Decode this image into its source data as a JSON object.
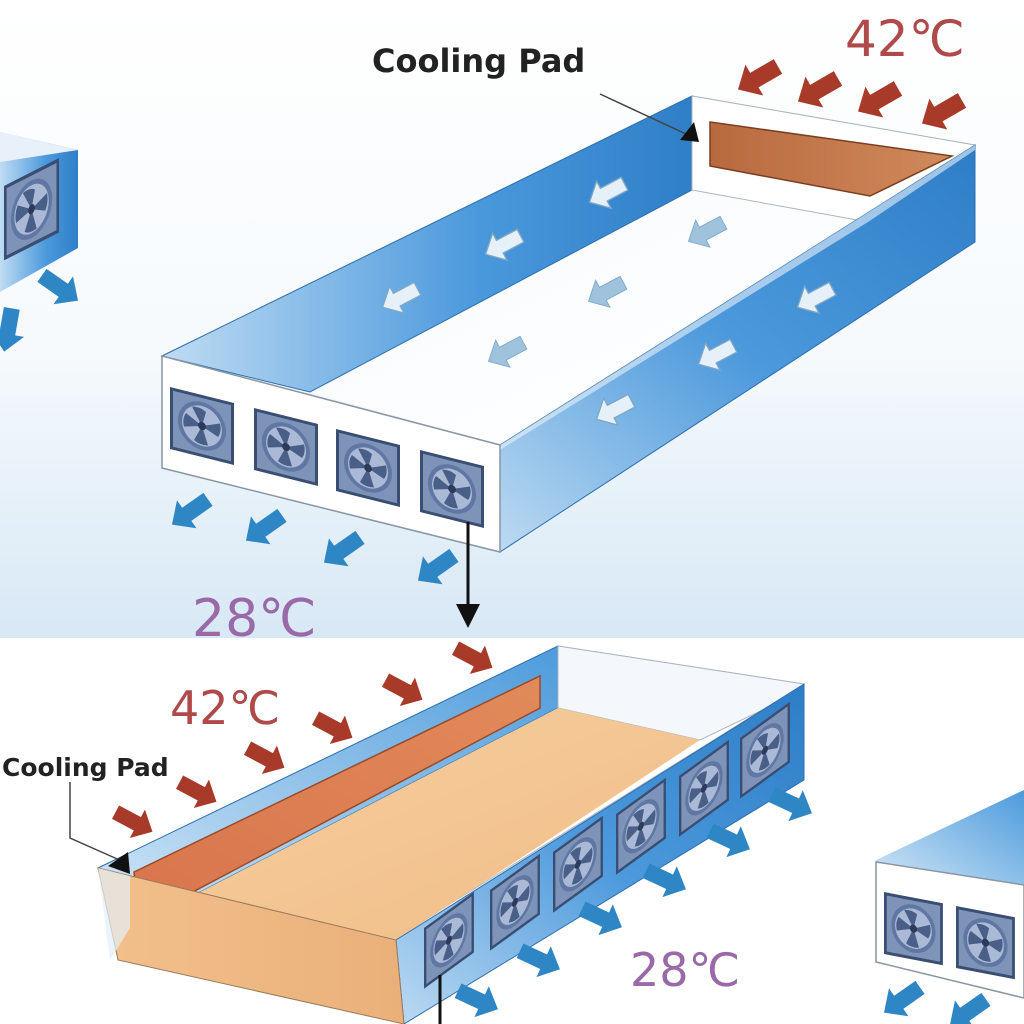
{
  "top_panel": {
    "cooling_pad_label": "Cooling Pad",
    "hot_temp": "42℃",
    "cool_temp": "28℃"
  },
  "bottom_panel": {
    "cooling_pad_label": "Cooling Pad",
    "hot_temp": "42℃",
    "cool_temp": "28℃"
  },
  "colors": {
    "hot_arrow": "#a83a2a",
    "cool_arrow": "#2f86c4",
    "air_arrow": "#b9d6ea",
    "wall_blue": "#3f90d8",
    "pad": "#c0744a",
    "floor": "#f4c896",
    "hot_text": "#b04a4a",
    "cool_text": "#9a6aa8"
  }
}
